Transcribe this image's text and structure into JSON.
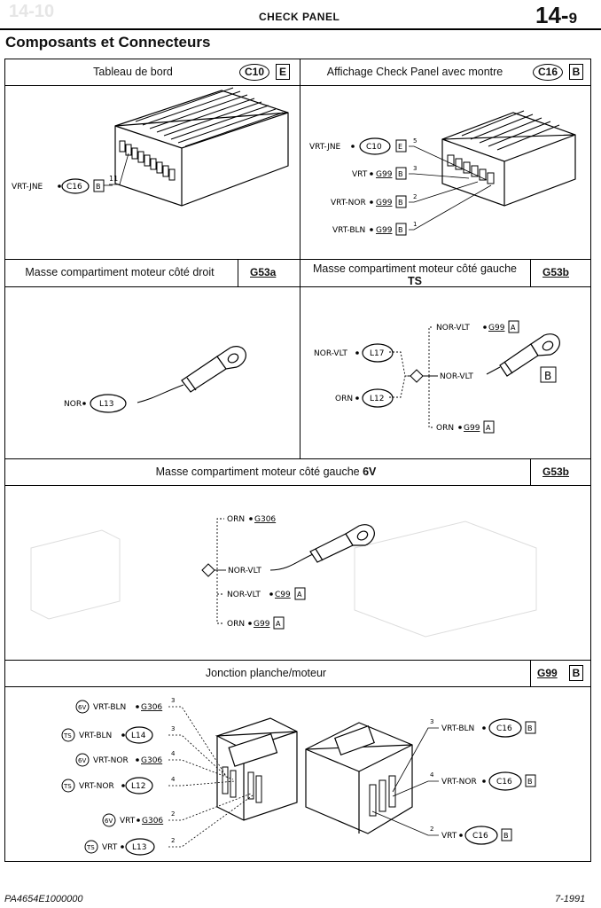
{
  "header": {
    "ghost_text": "14-10",
    "title": "CHECK PANEL",
    "page_main": "14-",
    "page_sub": "9"
  },
  "section_title": "Composants et Connecteurs",
  "cells": {
    "c10": {
      "title": "Tableau de bord",
      "code": "C10",
      "letter": "E"
    },
    "c16": {
      "title": "Affichage Check Panel avec montre",
      "code": "C16",
      "letter": "B"
    },
    "g53a": {
      "title": "Masse compartiment moteur côté droit",
      "code": "G53a"
    },
    "g53b_ts": {
      "title": "Masse compartiment moteur côté gauche",
      "title_suffix": "TS",
      "code": "G53b"
    },
    "g53b_6v": {
      "title_prefix": "Masse compartiment moteur côté gauche",
      "title_bold": "6V",
      "code": "G53b"
    },
    "g99": {
      "title": "Jonction planche/moteur",
      "code": "G99",
      "letter": "B"
    }
  },
  "diagrams": {
    "c10": {
      "wire": "VRT-JNE",
      "code": "C16",
      "letter": "B",
      "pin": "11"
    },
    "c16": {
      "wires": [
        {
          "color": "VRT-JNE",
          "code": "C10",
          "letter": "E",
          "pin": "5"
        },
        {
          "color": "VRT",
          "code": "G99",
          "letter": "B",
          "pin": "3"
        },
        {
          "color": "VRT-NOR",
          "code": "G99",
          "letter": "B",
          "pin": "2"
        },
        {
          "color": "VRT-BLN",
          "code": "G99",
          "letter": "B",
          "pin": "1"
        }
      ]
    },
    "g53a": {
      "wire": "NOR",
      "code": "L13"
    },
    "g53b_ts": {
      "left": [
        {
          "color": "NOR-VLT",
          "code": "L17"
        },
        {
          "color": "ORN",
          "code": "L12"
        }
      ],
      "right": [
        {
          "color": "NOR-VLT",
          "code": "G99",
          "letter": "A"
        },
        {
          "color": "NOR-VLT"
        },
        {
          "color": "ORN",
          "code": "G99",
          "letter": "A"
        }
      ],
      "box_letter": "B"
    },
    "g53b_6v": {
      "wires": [
        {
          "color": "ORN",
          "code": "G306"
        },
        {
          "color": "NOR-VLT"
        },
        {
          "color": "NOR-VLT",
          "code": "C99",
          "letter": "A"
        },
        {
          "color": "ORN",
          "code": "G99",
          "letter": "A"
        }
      ]
    },
    "g99": {
      "left": [
        {
          "tag": "6V",
          "color": "VRT-BLN",
          "code": "G306",
          "pin": "3"
        },
        {
          "tag": "TS",
          "color": "VRT-BLN",
          "code": "L14",
          "pin": "3"
        },
        {
          "tag": "6V",
          "color": "VRT-NOR",
          "code": "G306",
          "pin": "4"
        },
        {
          "tag": "TS",
          "color": "VRT-NOR",
          "code": "L12",
          "pin": "4"
        },
        {
          "tag": "6V",
          "color": "VRT",
          "code": "G306",
          "pin": "2"
        },
        {
          "tag": "TS",
          "color": "VRT",
          "code": "L13",
          "pin": "2"
        }
      ],
      "right": [
        {
          "color": "VRT-BLN",
          "code": "C16",
          "letter": "B",
          "pin": "3"
        },
        {
          "color": "VRT-NOR",
          "code": "C16",
          "letter": "B",
          "pin": "4"
        },
        {
          "color": "VRT",
          "code": "C16",
          "letter": "B",
          "pin": "2"
        }
      ]
    }
  },
  "footer": {
    "left": "PA4654E1000000",
    "right": "7-1991"
  }
}
